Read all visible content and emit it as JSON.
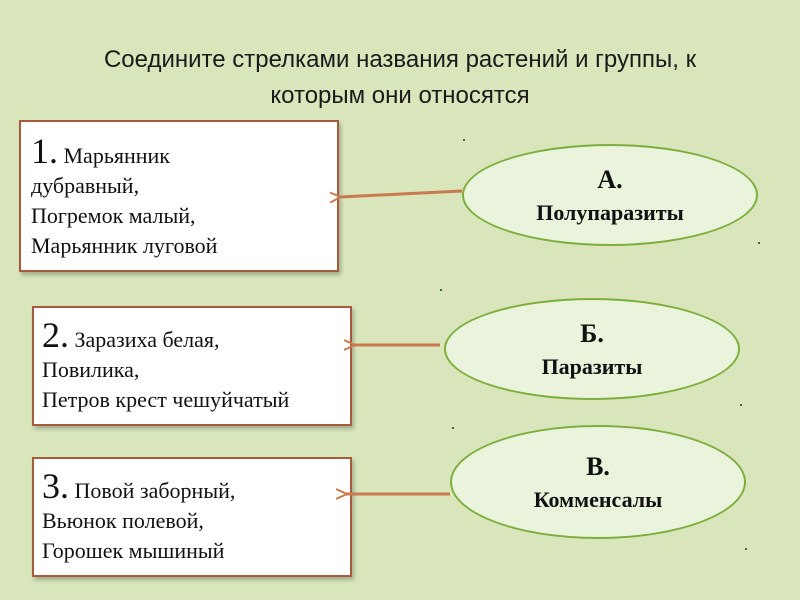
{
  "title": {
    "line1": "Соедините стрелками названия растений и группы, к",
    "line2": "которым они относятся"
  },
  "plants": [
    {
      "number": "1.",
      "lines": [
        "Марьянник",
        "дубравный,",
        "Погремок малый,",
        "Марьянник луговой"
      ]
    },
    {
      "number": "2.",
      "lines": [
        "Заразиха белая,",
        "Повилика,",
        "Петров крест чешуйчатый"
      ]
    },
    {
      "number": "3.",
      "lines": [
        "Повой заборный,",
        "Вьюнок полевой,",
        "Горошек  мышиный"
      ]
    }
  ],
  "groups": [
    {
      "letter": "А.",
      "name": "Полупаразиты"
    },
    {
      "letter": "Б.",
      "name": "Паразиты"
    },
    {
      "letter": "В.",
      "name": "Комменсалы"
    }
  ],
  "colors": {
    "background": "#d9e6bc",
    "box_border": "#a85a3c",
    "ellipse_fill": "#eaf3dc",
    "ellipse_border": "#7cae3c",
    "arrow": "#c97a4e"
  }
}
